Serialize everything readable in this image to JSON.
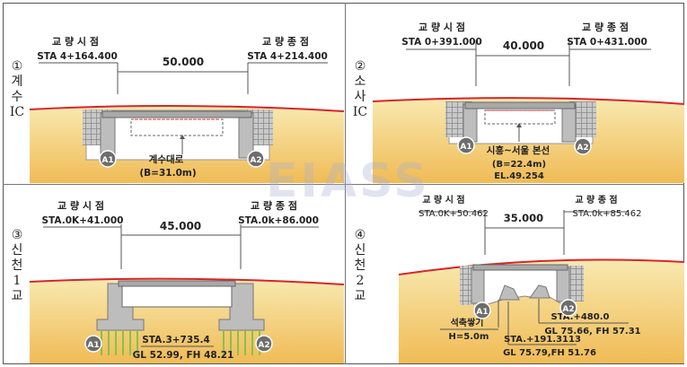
{
  "watermark": "EIASS",
  "panels": [
    {
      "label_chars": [
        "①",
        "계",
        "수",
        "IC"
      ],
      "start_title": "교 량 시 점",
      "start_sta": "STA 4+164.400",
      "end_title": "교 량 종 점",
      "end_sta": "STA 4+214.400",
      "span": "50.000",
      "abutment_left": "A1",
      "abutment_right": "A2",
      "road_name": "계수대로",
      "road_width": "(B=31.0m)"
    },
    {
      "label_chars": [
        "②",
        "소",
        "사",
        "IC"
      ],
      "start_title": "교 량 시 점",
      "start_sta": "STA 0+391.000",
      "end_title": "교 량 종 점",
      "end_sta": "STA 0+431.000",
      "span": "40.000",
      "abutment_left": "A1",
      "abutment_right": "A2",
      "road_name": "시흥~서울 본선",
      "road_width": "(B=22.4m)",
      "elevation": "EL.49.254"
    },
    {
      "label_chars": [
        "③",
        "신",
        "천",
        "1",
        "교"
      ],
      "start_title": "교 량 시 점",
      "start_sta": "STA.0K+41.000",
      "end_title": "교 량 종 점",
      "end_sta": "STA.0k+86.000",
      "span": "45.000",
      "abutment_left": "A1",
      "abutment_right": "A2",
      "station": "STA.3+735.4",
      "ground": "GL 52.99,  FH 48.21"
    },
    {
      "label_chars": [
        "④",
        "신",
        "천",
        "2",
        "교"
      ],
      "start_title": "교 량 시 점",
      "start_sta": "STA.0K+50.462",
      "end_title": "교 량 종 점",
      "end_sta": "STA.0k+85.462",
      "span": "35.000",
      "abutment_left": "A1",
      "abutment_right": "A2",
      "wall_name": "석축쌓기",
      "wall_height": "H=5.0m",
      "station_a": "STA.+480.0",
      "ground_a": "GL 75.66,  FH 57.31",
      "station_b": "STA.+191.3113",
      "ground_b": "GL 75.79,FH 51.76"
    }
  ],
  "colors": {
    "ground_top": "#f7e6a8",
    "ground_bottom": "#f2c15c",
    "ground_line": "#d9242a",
    "concrete": "#bdbdbd",
    "abutment_badge": "#6d6d6d",
    "pile": "#86c24a"
  }
}
